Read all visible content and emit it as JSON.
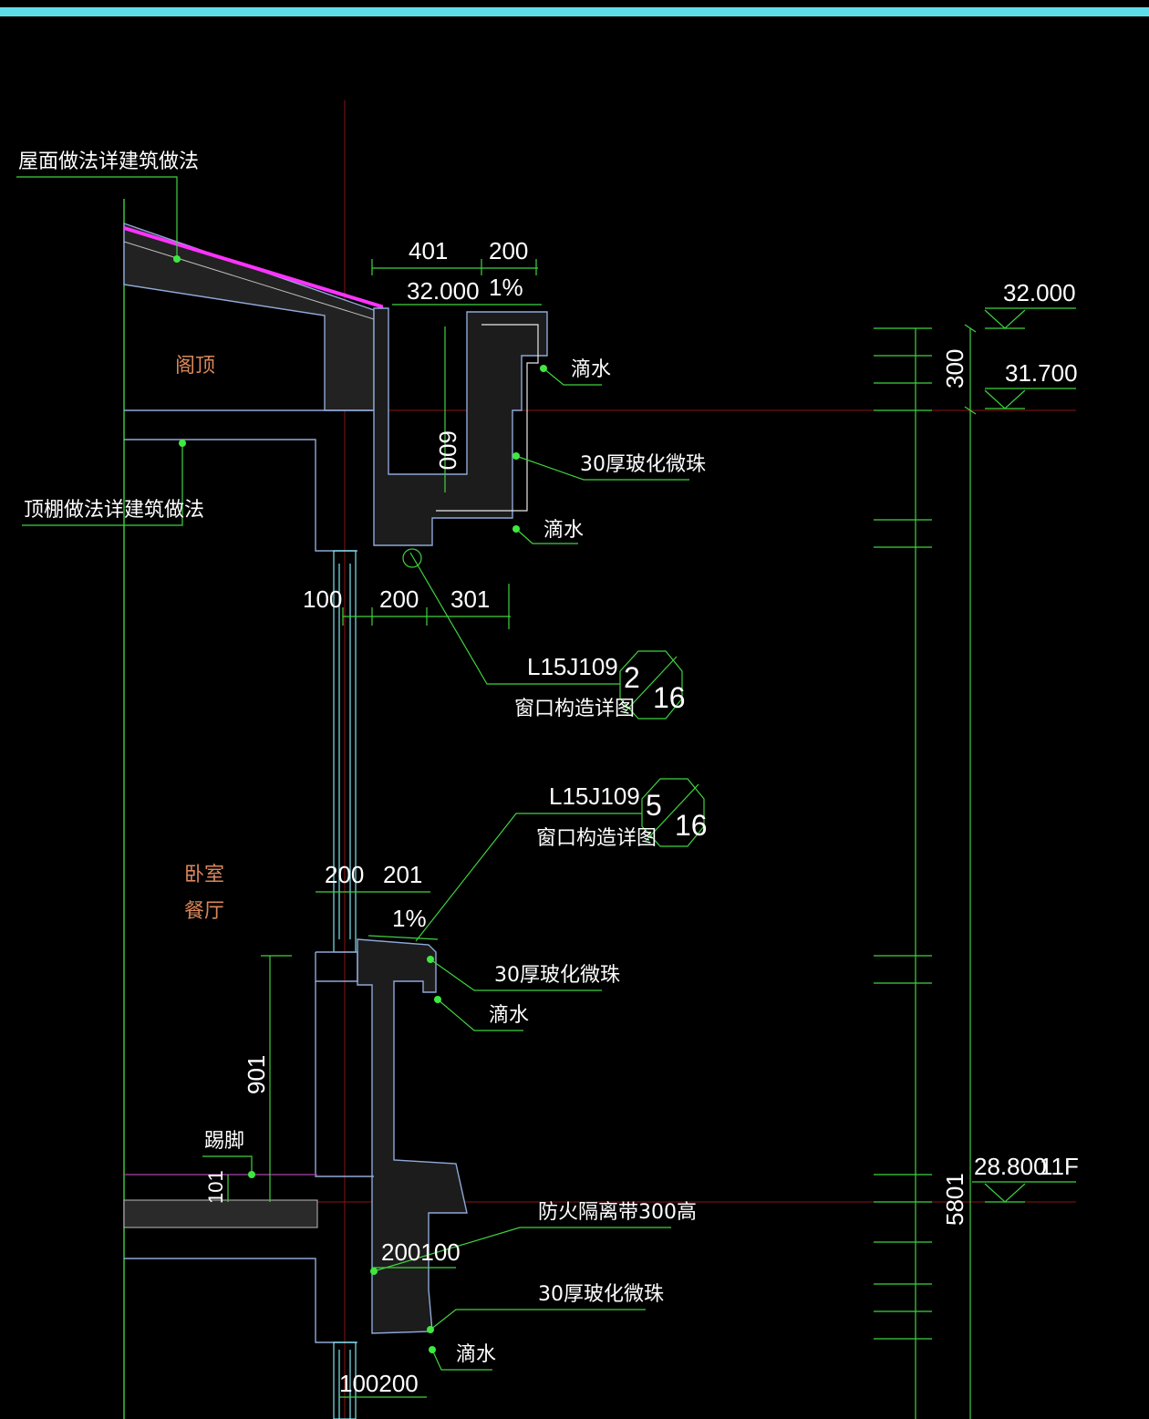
{
  "colors": {
    "background": "#000000",
    "top_bar": "#5fdcea",
    "leader_lines": "#3fd23f",
    "text": "#ffffff",
    "room_labels": "#d9875a",
    "waterproof_layer": "#ff33ff",
    "outlines": "#8fa8d8",
    "grid_lines": "#8a1414"
  },
  "annotations": {
    "roof_note": "屋面做法详建筑做法",
    "ceiling_note": "顶棚做法详建筑做法",
    "drip_1": "滴水",
    "drip_2": "滴水",
    "drip_3": "滴水",
    "drip_4": "滴水",
    "insulation_1": "30厚玻化微珠",
    "insulation_2": "30厚玻化微珠",
    "insulation_3": "30厚玻化微珠",
    "fire_barrier": "防火隔离带300高",
    "skirting": "踢脚"
  },
  "rooms": {
    "attic": "阁顶",
    "bedroom": "卧室",
    "dining": "餐厅"
  },
  "details": [
    {
      "ref": "L15J109",
      "caption": "窗口构造详图",
      "number": "2",
      "sheet": "16"
    },
    {
      "ref": "L15J109",
      "caption": "窗口构造详图",
      "number": "5",
      "sheet": "16"
    }
  ],
  "dimensions": {
    "top_401": "401",
    "top_200": "200",
    "slope_top": "1%",
    "elev_in_detail": "32.000",
    "gutter_600": "600",
    "head_100": "100",
    "head_200": "200",
    "head_301": "301",
    "sill_200": "200",
    "sill_201": "201",
    "slope_sill": "1%",
    "h_901": "901",
    "h_101": "101",
    "lower_200_100": "200100",
    "bottom_100_200": "100200",
    "right_300": "300",
    "right_5801": "5801"
  },
  "elevations": {
    "e1": "32.000",
    "e2": "31.700",
    "e3": "28.800"
  },
  "floor_tag": "11F"
}
